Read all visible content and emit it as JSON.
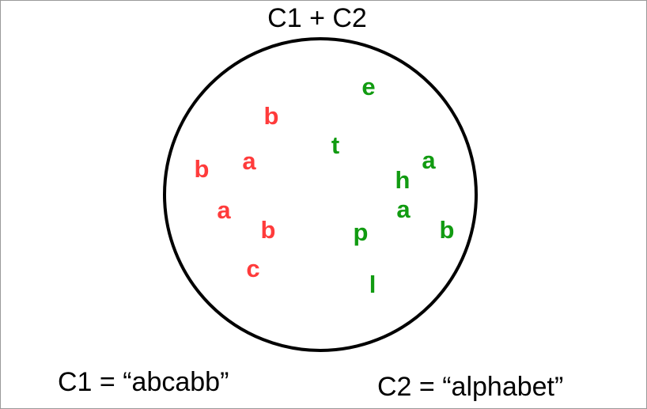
{
  "title": "C1 + C2",
  "colors": {
    "c1": "#ff3b3b",
    "c2": "#119b11",
    "outline": "#000000"
  },
  "c1_letters": [
    "b",
    "b",
    "a",
    "a",
    "b",
    "c"
  ],
  "c2_letters": [
    "e",
    "t",
    "a",
    "h",
    "a",
    "b",
    "p",
    "l"
  ],
  "captions": {
    "c1": "C1 = “abcabb”",
    "c2": "C2 = “alphabet”"
  }
}
